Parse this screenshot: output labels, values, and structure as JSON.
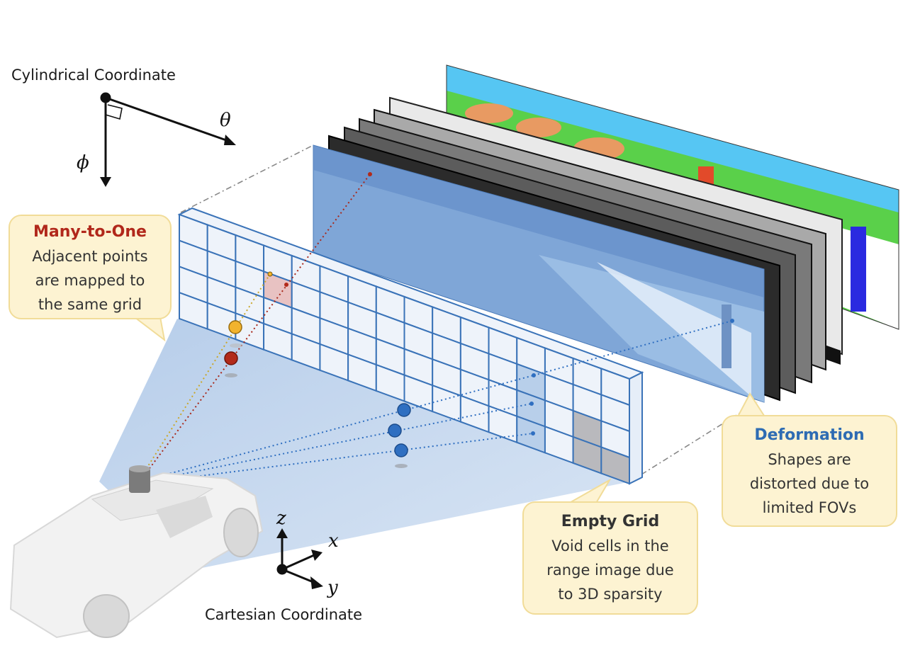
{
  "labels": {
    "cylindrical": "Cylindrical Coordinate",
    "theta": "θ",
    "phi": "ϕ",
    "cartesian": "Cartesian Coordinate",
    "x": "x",
    "y": "y",
    "z": "z"
  },
  "callouts": {
    "many_to_one": {
      "title": "Many-to-One",
      "lines": [
        "Adjacent points",
        "are mapped to",
        "the same grid"
      ]
    },
    "empty_grid": {
      "title": "Empty Grid",
      "lines": [
        "Void cells in the",
        "range image due",
        "to 3D sparsity"
      ]
    },
    "deformation": {
      "title": "Deformation",
      "lines": [
        "Shapes are",
        "distorted due to",
        "limited FOVs"
      ]
    }
  },
  "colors": {
    "grid_blue": "#3a73b8",
    "title_red": "#b1281b",
    "title_blue": "#2e6cb3",
    "callout_fill": "#fdf3d2",
    "point_orange": "#f2b32d",
    "point_red": "#b22a1a",
    "point_blue": "#2f6fc1"
  }
}
